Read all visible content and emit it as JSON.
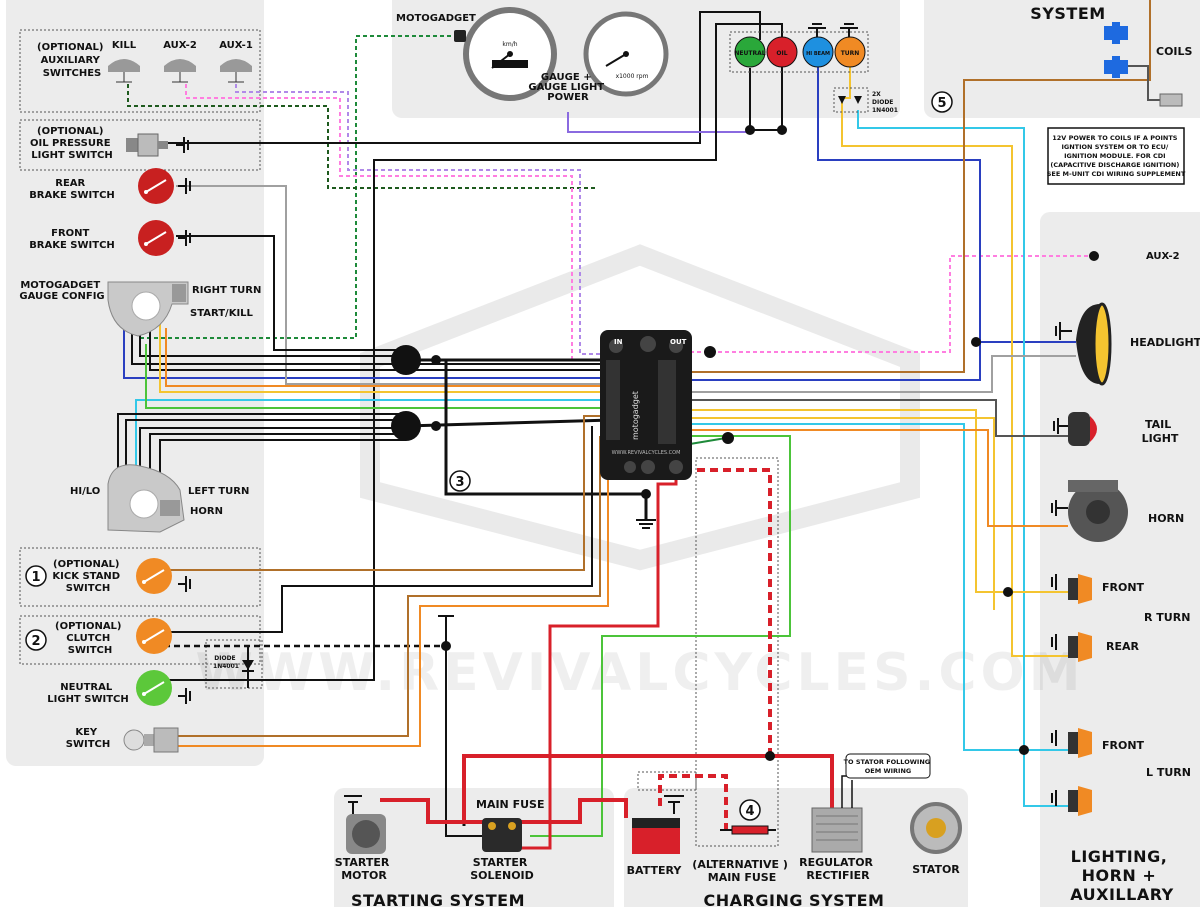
{
  "meta": {
    "watermark": "WWW.REVIVALCYCLES.COM",
    "brand": "REVIVALCYCLES"
  },
  "sections": {
    "starting": "STARTING SYSTEM",
    "charging": "CHARGING SYSTEM",
    "ignition": "SYSTEM",
    "lighting": [
      "LIGHTING,",
      "HORN +",
      "AUXILLARY"
    ]
  },
  "left_panel": {
    "aux_switches": [
      "(OPTIONAL)",
      "AUXILIARY",
      "SWITCHES"
    ],
    "kill": "KILL",
    "aux2": "AUX-2",
    "aux1": "AUX-1",
    "oil_pressure": [
      "(OPTIONAL)",
      "OIL PRESSURE",
      "LIGHT SWITCH"
    ],
    "rear_brake": [
      "REAR",
      "BRAKE SWITCH"
    ],
    "front_brake": [
      "FRONT",
      "BRAKE SWITCH"
    ],
    "gauge_config": [
      "MOTOGADGET",
      "GAUGE CONFIG"
    ],
    "right_turn": "RIGHT TURN",
    "start_kill": "START/KILL",
    "hi_lo": "HI/LO",
    "left_turn": "LEFT TURN",
    "horn": "HORN",
    "kick_stand": [
      "(OPTIONAL)",
      "KICK STAND",
      "SWITCH"
    ],
    "clutch": [
      "(OPTIONAL)",
      "CLUTCH",
      "SWITCH"
    ],
    "diode_small": [
      "DIODE",
      "1N4001"
    ],
    "neutral_light": [
      "NEUTRAL",
      "LIGHT SWITCH"
    ],
    "key_switch": [
      "KEY",
      "SWITCH"
    ]
  },
  "top_panel": {
    "motogadget": "MOTOGADGET",
    "gauge_power": [
      "GAUGE +",
      "GAUGE LIGHT",
      "POWER"
    ],
    "indicators": [
      "NEUTRAL",
      "OIL",
      "HI BEAM",
      "TURN"
    ],
    "diode": [
      "2X",
      "DIODE",
      "1N4001"
    ],
    "speedo_unit": "km/h",
    "tacho_unit": "x1000 rpm"
  },
  "ignition": {
    "coils": "COILS",
    "note": [
      "12V POWER TO COILS IF A POINTS",
      "IGNTION SYSTEM OR TO ECU/",
      "IGNITION MODULE. FOR CDI",
      "(CAPACITIVE DISCHARGE IGNITION)",
      "SEE M-UNIT CDI WIRING SUPPLEMENT"
    ]
  },
  "right_panel": {
    "aux2": "AUX-2",
    "headlight": "HEADLIGHT",
    "tail_light": [
      "TAIL",
      "LIGHT"
    ],
    "horn": "HORN",
    "front_r": "FRONT",
    "r_turn": "R TURN",
    "rear_r": "REAR",
    "front_l": "FRONT",
    "l_turn": "L TURN"
  },
  "bottom": {
    "main_fuse": "MAIN FUSE",
    "starter_motor": [
      "STARTER",
      "MOTOR"
    ],
    "starter_solenoid": [
      "STARTER",
      "SOLENOID"
    ],
    "battery": "BATTERY",
    "alt_fuse": [
      "(ALTERNATIVE )",
      "MAIN FUSE"
    ],
    "regulator": [
      "REGULATOR",
      "RECTIFIER"
    ],
    "stator": "STATOR",
    "stator_note": [
      "TO STATOR FOLLOWING",
      "OEM WIRING"
    ]
  },
  "munit": {
    "in": "IN",
    "out": "OUT",
    "url": "WWW.REVIVALCYCLES.COM",
    "brand": "motogadget"
  },
  "markers": [
    "1",
    "2",
    "3",
    "4",
    "5"
  ],
  "colors": {
    "red": "#d8202a",
    "black": "#111111",
    "brown": "#b0702a",
    "orange": "#f08a24",
    "yellow": "#f4c430",
    "green": "#4cc43a",
    "blue": "#2a3fc0",
    "cyan": "#33c8e8",
    "pink": "#ff7ee0",
    "gray": "#a0a0a0",
    "dkgreen": "#1e8a3a",
    "purple": "#8a6ae0"
  }
}
